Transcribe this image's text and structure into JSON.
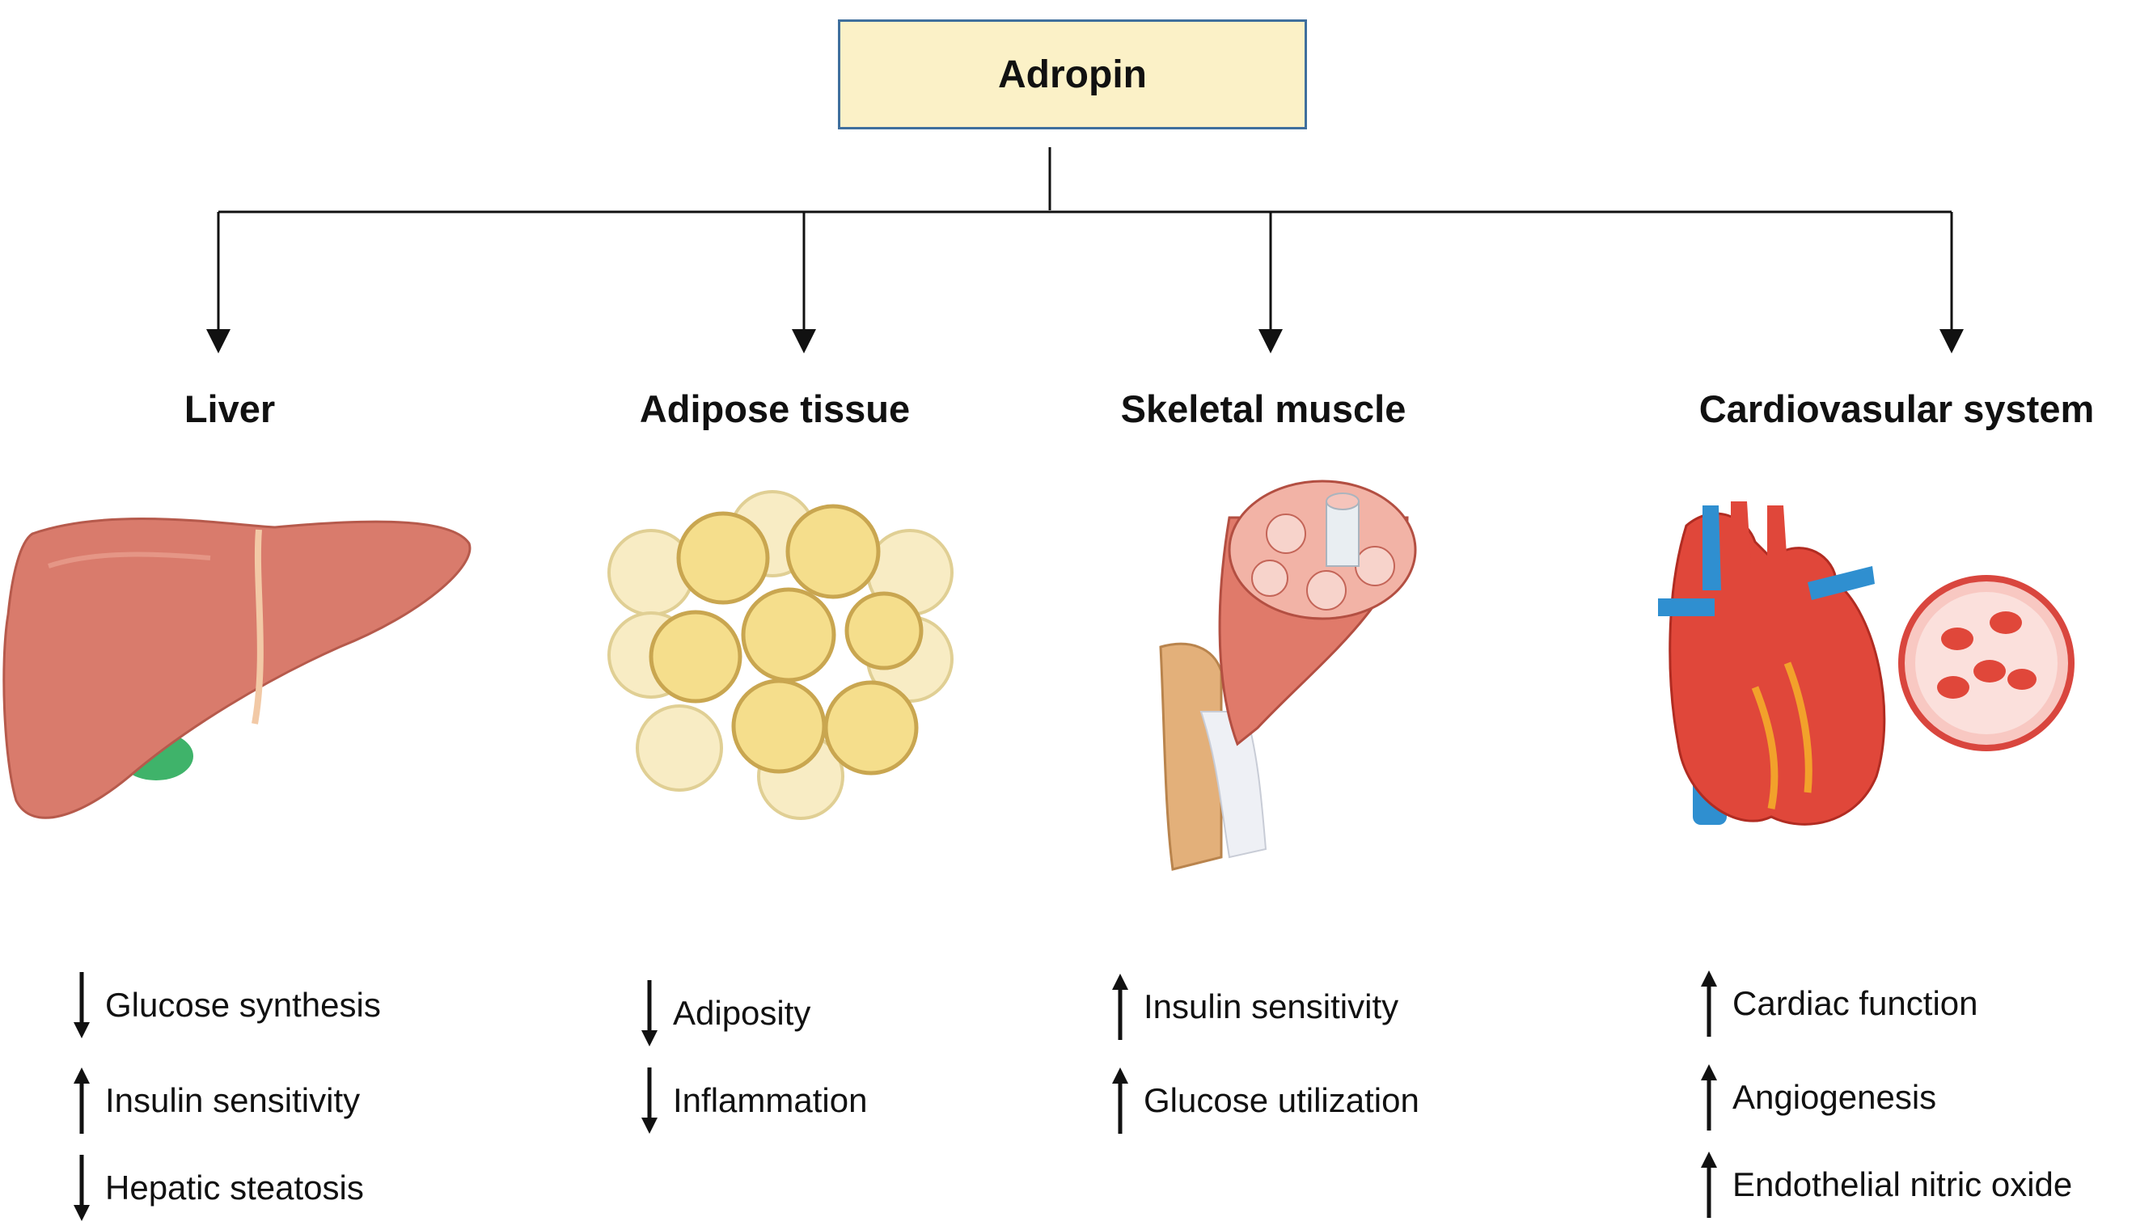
{
  "root": {
    "label": "Adropin"
  },
  "organs": [
    {
      "title": "Liver",
      "icon": "liver-icon",
      "effects": [
        {
          "direction": "down",
          "text": "Glucose synthesis"
        },
        {
          "direction": "up",
          "text": "Insulin sensitivity"
        },
        {
          "direction": "down",
          "text": "Hepatic steatosis"
        }
      ]
    },
    {
      "title": "Adipose tissue",
      "icon": "adipose-cells-icon",
      "effects": [
        {
          "direction": "down",
          "text": "Adiposity"
        },
        {
          "direction": "down",
          "text": "Inflammation"
        }
      ]
    },
    {
      "title": "Skeletal muscle",
      "icon": "muscle-fiber-icon",
      "effects": [
        {
          "direction": "up",
          "text": "Insulin sensitivity"
        },
        {
          "direction": "up",
          "text": "Glucose utilization"
        }
      ]
    },
    {
      "title": "Cardiovasular system",
      "icon": "heart-icon",
      "effects": [
        {
          "direction": "up",
          "text": "Cardiac function"
        },
        {
          "direction": "up",
          "text": "Angiogenesis"
        },
        {
          "direction": "up",
          "text": "Endothelial nitric oxide"
        }
      ]
    }
  ],
  "colors": {
    "root_fill": "#fbf1c7",
    "root_border": "#3f6f9d",
    "liver": "#d97b6c",
    "gallbladder": "#3fb36a",
    "fat_cell": "#f7e3a0",
    "muscle": "#e07a6a",
    "heart_red": "#e0473a",
    "vessel_blue": "#2f8fd0"
  }
}
